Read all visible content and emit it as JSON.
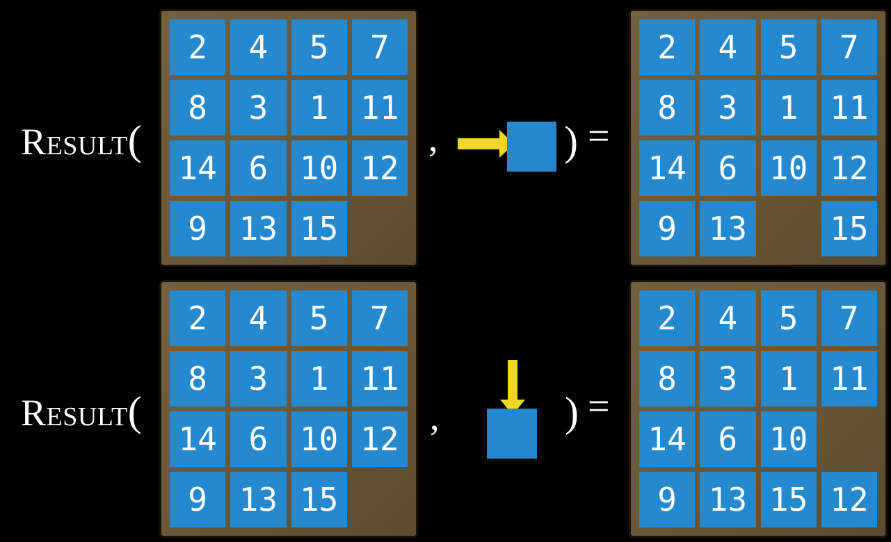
{
  "background": "#000000",
  "colors": {
    "tile_blue": "#2589cf",
    "frame_brown": "#6a5a3a",
    "frame_border": "#17130b",
    "arrow_yellow": "#f0d722",
    "text": "#ffffff"
  },
  "function_label": {
    "name": "Result",
    "open_paren": "("
  },
  "symbols": {
    "comma": ",",
    "close_paren": ")",
    "equals": "="
  },
  "icons": {
    "move_right": "right-arrow-icon",
    "move_down": "down-arrow-icon",
    "blank_tile": "blue-square-blank-tile"
  },
  "examples": [
    {
      "id": "move-right",
      "action_direction": "right",
      "initial_state": [
        [
          "2",
          "4",
          "5",
          "7"
        ],
        [
          "8",
          "3",
          "1",
          "11"
        ],
        [
          "14",
          "6",
          "10",
          "12"
        ],
        [
          "9",
          "13",
          "15",
          ""
        ]
      ],
      "result_state": [
        [
          "2",
          "4",
          "5",
          "7"
        ],
        [
          "8",
          "3",
          "1",
          "11"
        ],
        [
          "14",
          "6",
          "10",
          "12"
        ],
        [
          "9",
          "13",
          "",
          "15"
        ]
      ]
    },
    {
      "id": "move-down",
      "action_direction": "down",
      "initial_state": [
        [
          "2",
          "4",
          "5",
          "7"
        ],
        [
          "8",
          "3",
          "1",
          "11"
        ],
        [
          "14",
          "6",
          "10",
          "12"
        ],
        [
          "9",
          "13",
          "15",
          ""
        ]
      ],
      "result_state": [
        [
          "2",
          "4",
          "5",
          "7"
        ],
        [
          "8",
          "3",
          "1",
          "11"
        ],
        [
          "14",
          "6",
          "10",
          ""
        ],
        [
          "9",
          "13",
          "15",
          "12"
        ]
      ]
    }
  ]
}
